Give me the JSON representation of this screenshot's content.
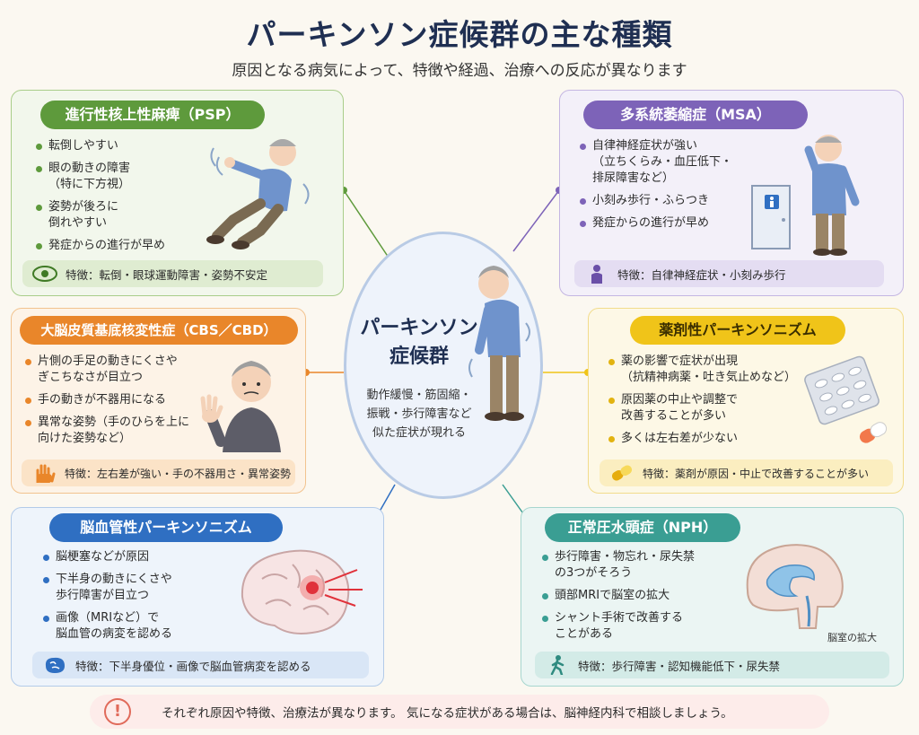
{
  "title": "パーキンソン症候群の主な種類",
  "subtitle": "原因となる病気によって、特徴や経過、治療への反応が異なります",
  "center": {
    "title": "パーキンソン\n症候群",
    "description": "動作緩慢・筋固縮・\n振戦・歩行障害など\n似た症状が現れる"
  },
  "colors": {
    "psp": "#5e9a3c",
    "msa": "#7d63b8",
    "cbs": "#e9862a",
    "drug": "#f0c419",
    "vascular": "#2f6fc2",
    "nph": "#3a9e93"
  },
  "cards": {
    "psp": {
      "title": "進行性核上性麻痺（PSP）",
      "items": [
        "転倒しやすい",
        "眼の動きの障害\n（特に下方視）",
        "姿勢が後ろに\n倒れやすい",
        "発症からの進行が早め"
      ],
      "feature": "特徴：転倒・眼球運動障害・姿勢不安定",
      "feature_icon": "eye-icon"
    },
    "msa": {
      "title": "多系統萎縮症（MSA）",
      "items": [
        "自律神経症状が強い\n（立ちくらみ・血圧低下・\n排尿障害など）",
        "小刻み歩行・ふらつき",
        "発症からの進行が早め"
      ],
      "feature": "特徴：自律神経症状・小刻み歩行",
      "feature_icon": "person-icon"
    },
    "cbs": {
      "title": "大脳皮質基底核変性症（CBS／CBD）",
      "items": [
        "片側の手足の動きにくさや\nぎこちなさが目立つ",
        "手の動きが不器用になる",
        "異常な姿勢（手のひらを上に\n向けた姿勢など）"
      ],
      "feature": "特徴：左右差が強い・手の不器用さ・異常姿勢",
      "feature_icon": "hand-icon"
    },
    "drug": {
      "title": "薬剤性パーキンソニズム",
      "items": [
        "薬の影響で症状が出現\n（抗精神病薬・吐き気止めなど）",
        "原因薬の中止や調整で\n改善することが多い",
        "多くは左右差が少ない"
      ],
      "feature": "特徴：薬剤が原因・中止で改善することが多い",
      "feature_icon": "capsule-icon"
    },
    "vascular": {
      "title": "脳血管性パーキンソニズム",
      "items": [
        "脳梗塞などが原因",
        "下半身の動きにくさや\n歩行障害が目立つ",
        "画像（MRIなど）で\n脳血管の病変を認める"
      ],
      "feature": "特徴：下半身優位・画像で脳血管病変を認める",
      "feature_icon": "brain-icon"
    },
    "nph": {
      "title": "正常圧水頭症（NPH）",
      "items": [
        "歩行障害・物忘れ・尿失禁\nの3つがそろう",
        "頭部MRIで脳室の拡大",
        "シャント手術で改善する\nことがある"
      ],
      "feature": "特徴：歩行障害・認知機能低下・尿失禁",
      "feature_icon": "walking-icon",
      "illustration_label": "脳室の拡大"
    }
  },
  "footer": {
    "icon": "!",
    "text": "それぞれ原因や特徴、治療法が異なります。 気になる症状がある場合は、脳神経内科で相談しましょう。"
  }
}
